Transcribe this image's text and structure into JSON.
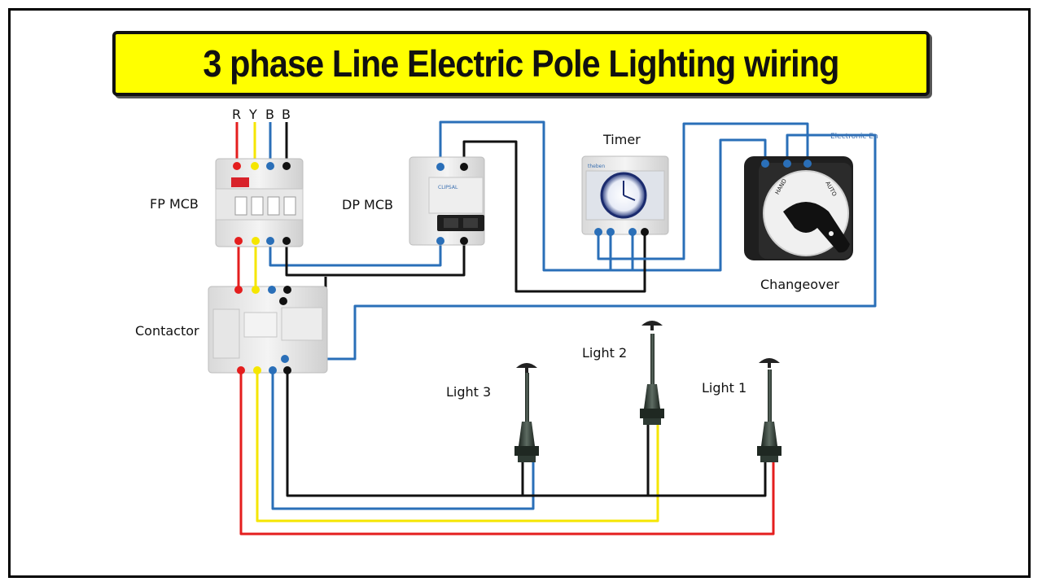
{
  "title": "3 phase Line Electric Pole Lighting wiring",
  "phases": [
    "R",
    "Y",
    "B",
    "B"
  ],
  "components": {
    "fp_mcb": "FP MCB",
    "dp_mcb": "DP MCB",
    "timer": "Timer",
    "changeover": "Changeover",
    "contactor": "Contactor",
    "dp_brand": "CLIPSAL",
    "timer_brand": "theben",
    "changeover_tag": "Electronic En",
    "changeover_hand": "HAND",
    "changeover_auto": "AUTO"
  },
  "lights": {
    "light1": "Light 1",
    "light2": "Light 2",
    "light3": "Light 3"
  },
  "colors": {
    "red": "#e41e1e",
    "yellow": "#f5e600",
    "blue": "#2a6fb8",
    "black": "#111111",
    "banner": "#ffff00"
  }
}
